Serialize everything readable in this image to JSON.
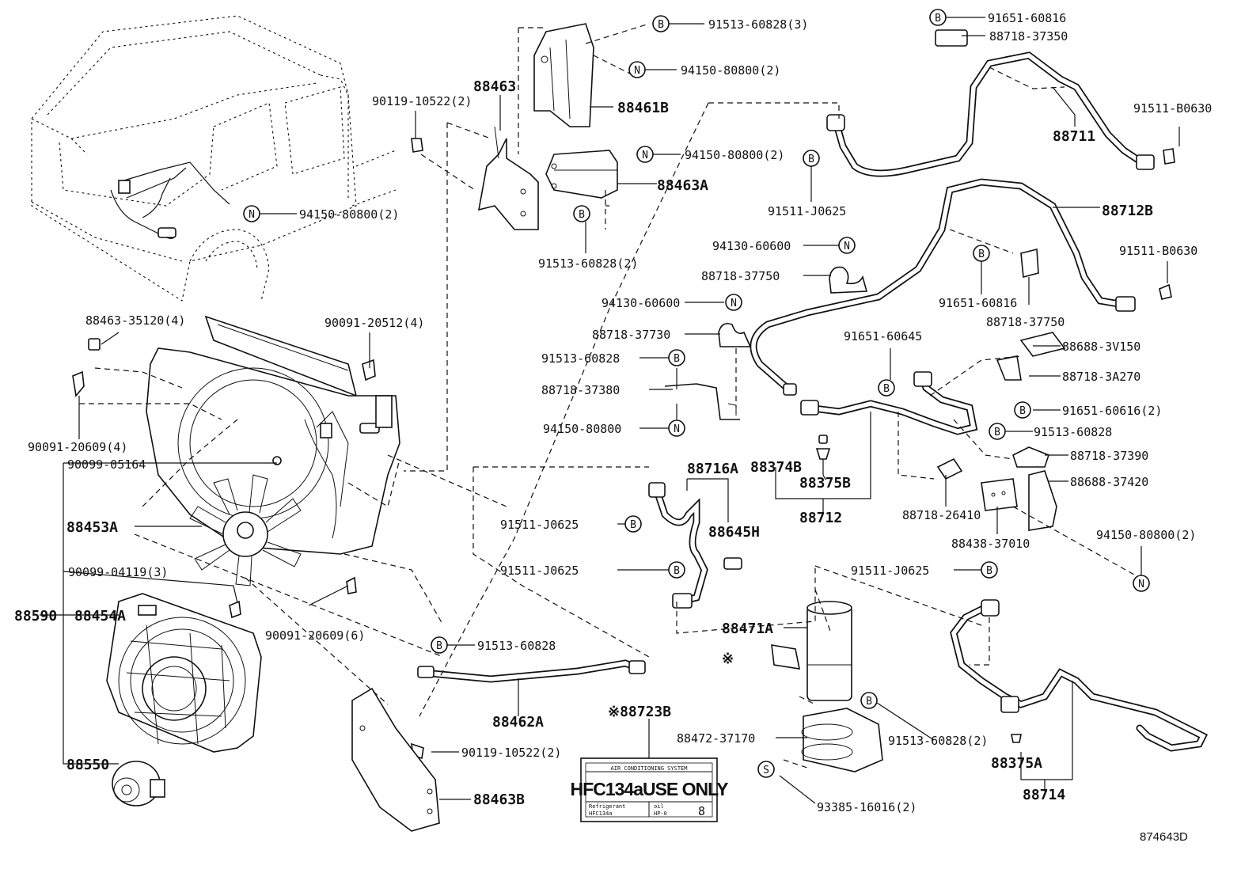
{
  "diagram_code": "874643D",
  "markers": {
    "B": "B",
    "N": "N",
    "S": "S"
  },
  "labels": {
    "p91513_60828_3": "91513-60828(3)",
    "p94150_80800_2a": "94150-80800(2)",
    "p88463": "88463",
    "p90119_10522_2a": "90119-10522(2)",
    "p88461B": "88461B",
    "p94150_80800_2b": "94150-80800(2)",
    "p88463A": "88463A",
    "p91513_60828_2": "91513-60828(2)",
    "p94150_80800_2c": "94150-80800(2)",
    "p88463_35120_4": "88463-35120(4)",
    "p90091_20512_4": "90091-20512(4)",
    "p90091_20609_4": "90091-20609(4)",
    "p90099_05164": "90099-05164",
    "p88453A": "88453A",
    "p90099_04119_3": "90099-04119(3)",
    "p88590": "88590",
    "p88454A": "88454A",
    "p90091_20609_6": "90091-20609(6)",
    "p88550": "88550",
    "p91513_60828_a": "91513-60828",
    "p88462A": "88462A",
    "p90119_10522_2b": "90119-10522(2)",
    "p88463B": "88463B",
    "p88723B": "※88723B",
    "p91651_60816_a": "91651-60816",
    "p88718_37350": "88718-37350",
    "p91511_B0630_a": "91511-B0630",
    "p88711": "88711",
    "p91511_J0625_a": "91511-J0625",
    "p88712B": "88712B",
    "p94130_60600_a": "94130-60600",
    "p88718_37750_a": "88718-37750",
    "p94130_60600_b": "94130-60600",
    "p88718_37730": "88718-37730",
    "p91513_60828_b": "91513-60828",
    "p88718_37380": "88718-37380",
    "p94150_80800_d": "94150-80800",
    "p91511_B0630_b": "91511-B0630",
    "p91651_60816_b": "91651-60816",
    "p88718_37750_b": "88718-37750",
    "p91651_60645": "91651-60645",
    "p88688_3V150": "88688-3V150",
    "p88718_3A270": "88718-3A270",
    "p91651_60616_2": "91651-60616(2)",
    "p91513_60828_c": "91513-60828",
    "p88718_37390": "88718-37390",
    "p88688_37420": "88688-37420",
    "p88374B": "88374B",
    "p88375B": "88375B",
    "p88712": "88712",
    "p88718_26410": "88718-26410",
    "p88438_37010": "88438-37010",
    "p94150_80800_2e": "94150-80800(2)",
    "p88716A": "88716A",
    "p91511_J0625_b": "91511-J0625",
    "p88645H": "88645H",
    "p91511_J0625_c": "91511-J0625",
    "p91511_J0625_d": "91511-J0625",
    "p88471A": "88471A",
    "p_asterisk": "※",
    "p91513_60828_2b": "91513-60828(2)",
    "p88472_37170": "88472-37170",
    "p93385_16016_2": "93385-16016(2)",
    "p88375A": "88375A",
    "p88714": "88714"
  },
  "ac_label": {
    "header": "AIR CONDITIONING SYSTEM",
    "main": "HFC134aUSE ONLY",
    "refrigerant": "Refrigerant",
    "refrigerant_type": "HFC134a",
    "oil": "oil",
    "oil_type": "HP-0",
    "number": "8"
  }
}
